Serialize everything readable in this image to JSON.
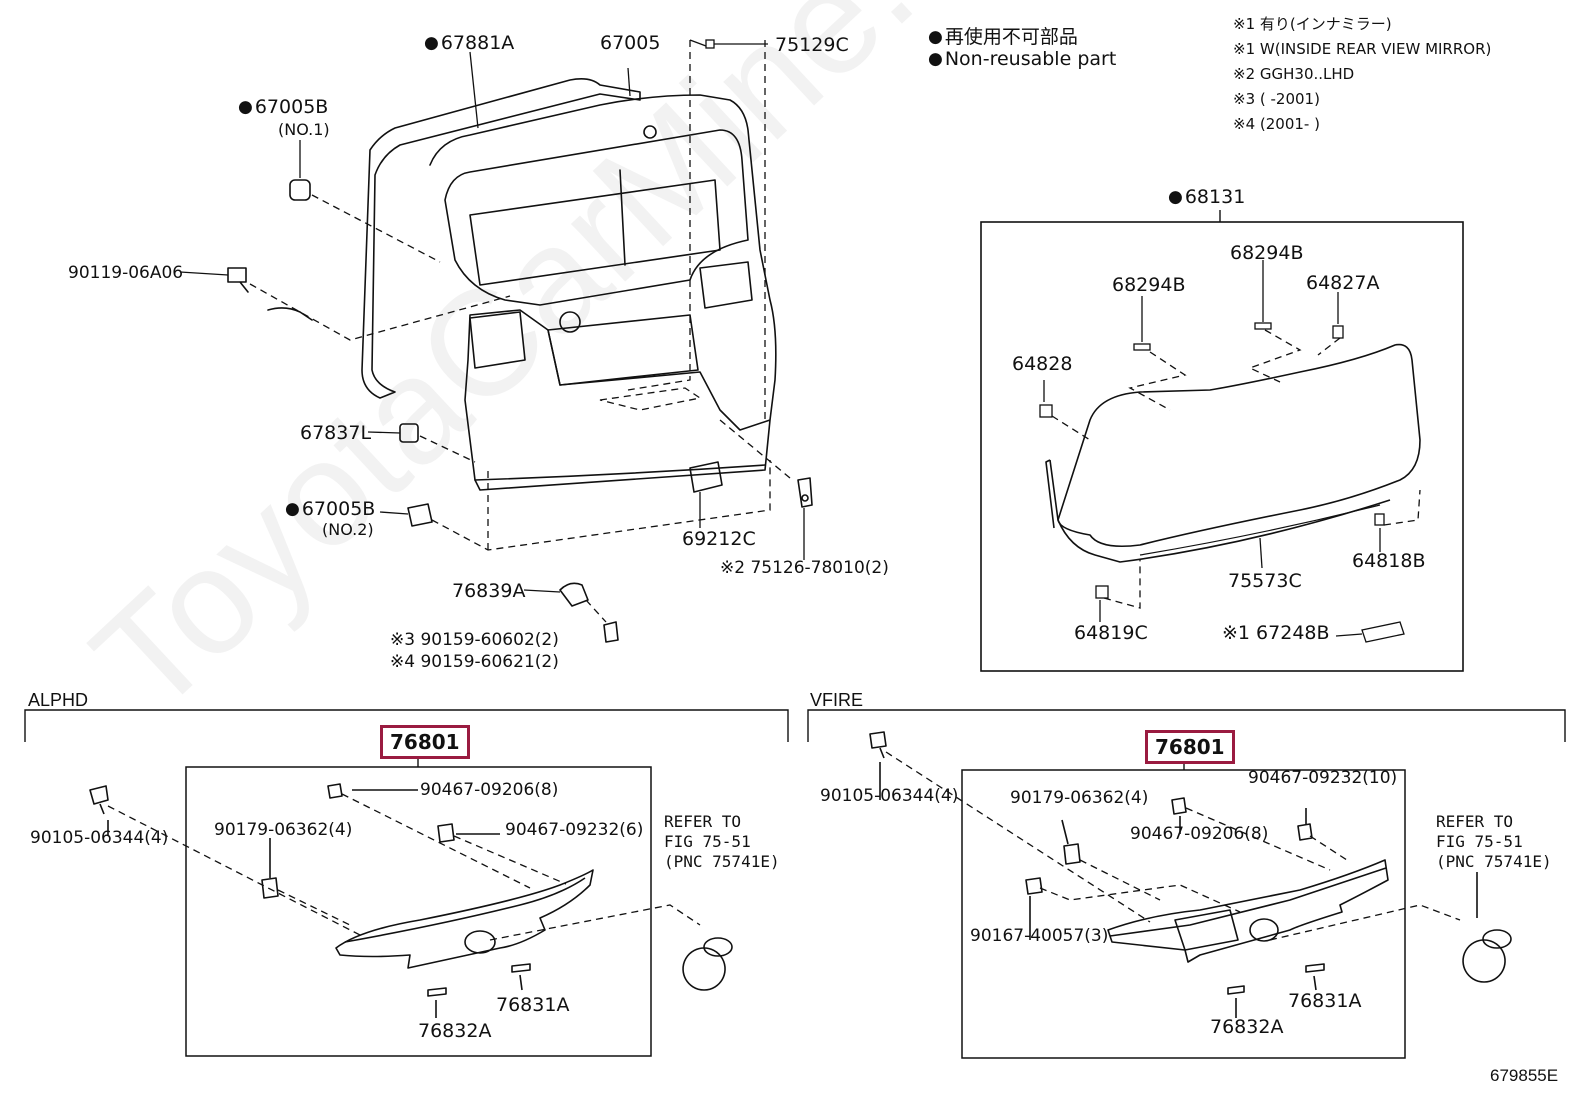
{
  "watermark": "ToyotaCarMine.ru",
  "legend": {
    "jp": "再使用不可部品",
    "en": "Non-reusable part"
  },
  "notes": [
    "※1  有り(インナミラー)",
    "※1  W(INSIDE REAR VIEW MIRROR)",
    "※2 GGH30..LHD",
    "※3 (        -2001)",
    "※4 (2001-        )"
  ],
  "top_parts": {
    "p67881a": "67881A",
    "p67005": "67005",
    "p75129c": "75129C",
    "p67005b_1": "67005B",
    "p67005b_1_note": "(NO.1)",
    "p90119": "90119-06A06",
    "p67837l": "67837L",
    "p67005b_2": "67005B",
    "p67005b_2_note": "(NO.2)",
    "p69212c": "69212C",
    "p75126": "※2 75126-78010(2)",
    "p76839a": "76839A",
    "p90159_3": "※3 90159-60602(2)",
    "p90159_4": "※4 90159-60621(2)"
  },
  "box_parts": {
    "p68131": "68131",
    "p68294b_a": "68294B",
    "p68294b_b": "68294B",
    "p64827a": "64827A",
    "p64828": "64828",
    "p75573c": "75573C",
    "p64818b": "64818B",
    "p64819c": "64819C",
    "p67248b": "※1 67248B"
  },
  "alphd": {
    "title": "ALPHD",
    "assembly": "76801",
    "p90105": "90105-06344(4)",
    "p90467_9206": "90467-09206(8)",
    "p90179": "90179-06362(4)",
    "p90467_9232": "90467-09232(6)",
    "refer": "REFER TO\nFIG 75-51\n(PNC 75741E)",
    "p76831a": "76831A",
    "p76832a": "76832A"
  },
  "vfire": {
    "title": "VFIRE",
    "assembly": "76801",
    "p90105": "90105-06344(4)",
    "p90179": "90179-06362(4)",
    "p90467_9232": "90467-09232(10)",
    "p90467_9206": "90467-09206(8)",
    "p90167": "90167-40057(3)",
    "refer": "REFER TO\nFIG 75-51\n(PNC 75741E)",
    "p76831a": "76831A",
    "p76832a": "76832A"
  },
  "figure_id": "679855E",
  "colors": {
    "highlight": "#9a1b40",
    "line": "#111111"
  }
}
